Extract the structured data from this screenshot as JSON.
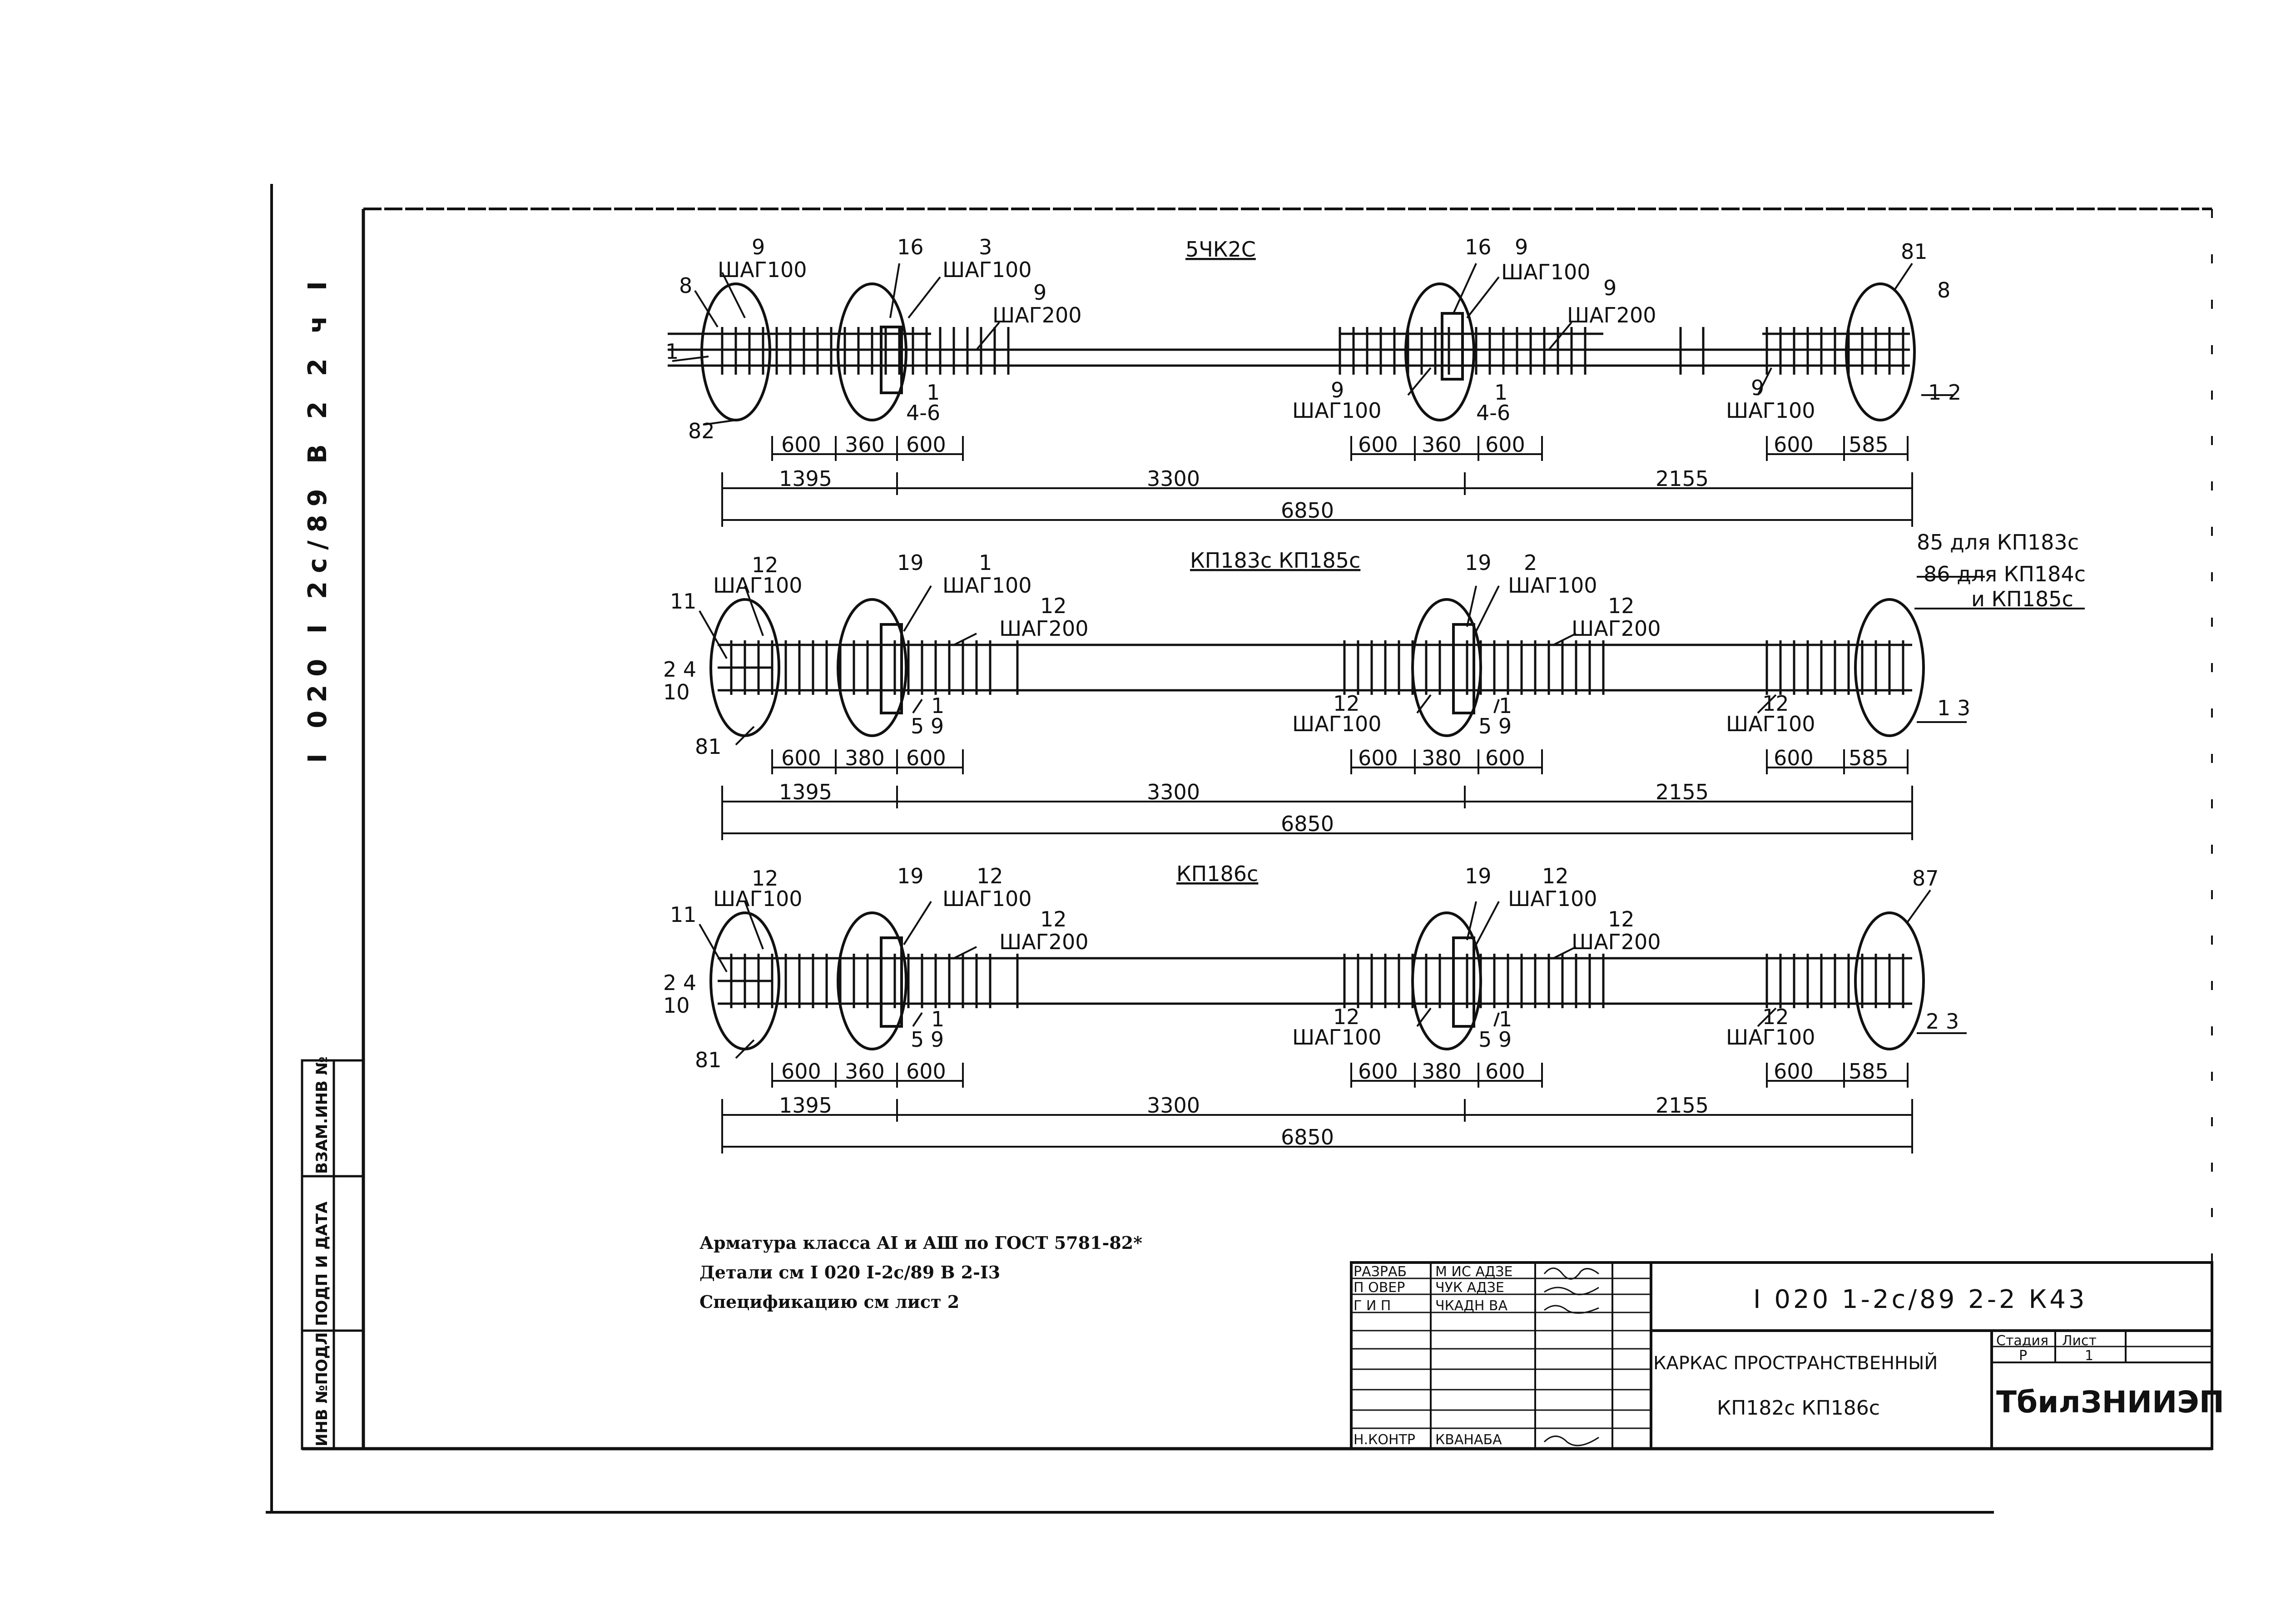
{
  "side_code": "I 020 I 2c/89 B 2 2 ч I",
  "side_stamp": {
    "row1": "ВЗАМ.ИНВ №",
    "row2": "ПОДП И ДАТА",
    "row3": "ИНВ №ПОДЛ"
  },
  "frames": [
    {
      "title": "5ЧК2С",
      "callouts": [
        "9",
        "ШАГ100",
        "16",
        "3",
        "ШАГ100",
        "9",
        "ШАГ200",
        "8",
        "1",
        "1",
        "4-6",
        "82",
        "16",
        "9",
        "ШАГ100",
        "9",
        "ШАГ200",
        "9",
        "ШАГ100",
        "1",
        "4-6",
        "9",
        "ШАГ100",
        "81",
        "8",
        "1 2"
      ],
      "segments": [
        "600",
        "360",
        "600",
        "600",
        "360",
        "600",
        "600",
        "585"
      ],
      "spans": [
        "1395",
        "3300",
        "2155"
      ],
      "total": "6850"
    },
    {
      "title": "КП183с КП185с",
      "callouts": [
        "12",
        "ШАГ100",
        "19",
        "1",
        "ШАГ100",
        "12",
        "ШАГ200",
        "11",
        "2 4",
        "10",
        "81",
        "1",
        "5 9",
        "19",
        "2",
        "ШАГ100",
        "12",
        "ШАГ200",
        "12",
        "ШАГ100",
        "1",
        "5 9",
        "12",
        "ШАГ100",
        "1 3"
      ],
      "note_right": [
        "85 для КП183с",
        "86 для КП184с",
        "и КП185с"
      ],
      "segments": [
        "600",
        "380",
        "600",
        "600",
        "380",
        "600",
        "600",
        "585"
      ],
      "spans": [
        "1395",
        "3300",
        "2155"
      ],
      "total": "6850"
    },
    {
      "title": "КП186с",
      "callouts": [
        "12",
        "ШАГ100",
        "19",
        "12",
        "ШАГ100",
        "12",
        "ШАГ200",
        "11",
        "2 4",
        "10",
        "81",
        "1",
        "5 9",
        "19",
        "12",
        "ШАГ100",
        "12",
        "ШАГ200",
        "12",
        "ШАГ100",
        "1",
        "5 9",
        "12",
        "ШАГ100",
        "87",
        "2 3"
      ],
      "segments": [
        "600",
        "360",
        "600",
        "600",
        "380",
        "600",
        "600",
        "585"
      ],
      "spans": [
        "1395",
        "3300",
        "2155"
      ],
      "total": "6850"
    }
  ],
  "notes": [
    "Арматура класса AI и AШ по ГОСТ 5781-82*",
    "Детали см  I 020 I-2с/89 В 2-I3",
    "Спецификацию см лист 2"
  ],
  "title_block": {
    "roles": [
      "РАЗРАБ",
      "П ОВЕР",
      "Г И П",
      "",
      "",
      "Н.КОНТР"
    ],
    "names": [
      "М ИС АДЗЕ",
      "ЧУК АДЗЕ",
      "ЧКАДН ВА",
      "",
      "",
      "КВАНАБА"
    ],
    "doc_code": "I 020 1-2с/89 2-2 К43",
    "object_line1": "КАРКАС ПРОСТРАНСТВЕННЫЙ",
    "object_line2": "КП182с  КП186с",
    "stage_header": "Стадия",
    "sheet_header": "Лист",
    "stage_value": "Р",
    "sheet_value": "1",
    "org": "ТбилЗНИИЭП"
  }
}
